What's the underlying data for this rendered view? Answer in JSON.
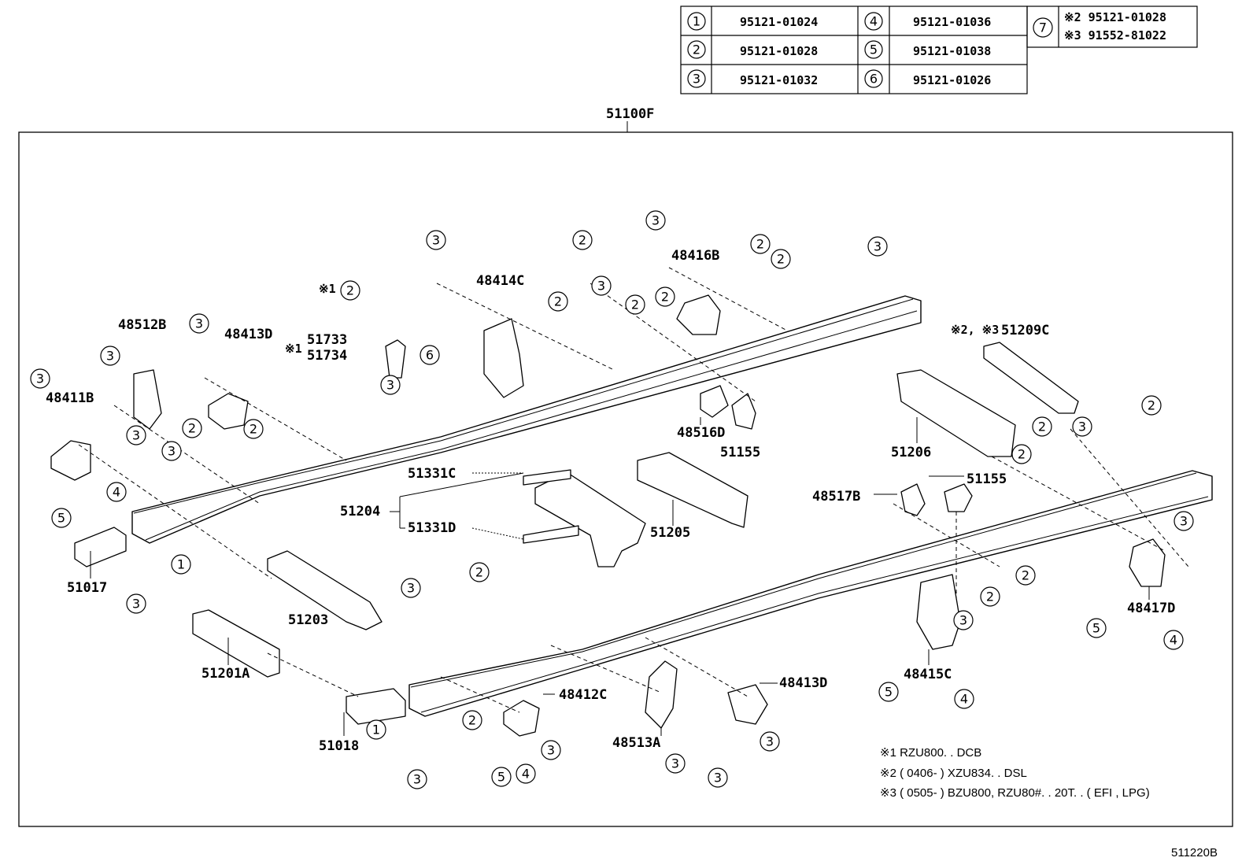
{
  "legend": {
    "rows": [
      {
        "a_key": "1",
        "a_part": "95121-01024",
        "b_key": "4",
        "b_part": "95121-01036"
      },
      {
        "a_key": "2",
        "a_part": "95121-01028",
        "b_key": "5",
        "b_part": "95121-01038"
      },
      {
        "a_key": "3",
        "a_part": "95121-01032",
        "b_key": "6",
        "b_part": "95121-01026"
      }
    ],
    "extra": {
      "key": "7",
      "line1": "※2 95121-01028",
      "line2": "※3 91552-81022"
    }
  },
  "assembly_label": "51100F",
  "parts": {
    "p48512B": "48512B",
    "p48413D_a": "48413D",
    "p51733": "51733",
    "p51734": "51734",
    "p48414C": "48414C",
    "p48416B": "48416B",
    "p48411B": "48411B",
    "p51017": "51017",
    "p51204": "51204",
    "p51331C": "51331C",
    "p51331D": "51331D",
    "p51205": "51205",
    "p48516D": "48516D",
    "p51155_a": "51155",
    "p51209C": "51209C",
    "p51206": "51206",
    "p48517B": "48517B",
    "p51155_b": "51155",
    "p51203": "51203",
    "p51201A": "51201A",
    "p51018": "51018",
    "p48412C": "48412C",
    "p48513A": "48513A",
    "p48413D_b": "48413D",
    "p48415C": "48415C",
    "p48417D": "48417D"
  },
  "marks": {
    "m1": "※1",
    "m1b": "※1",
    "m23": "※2, ※3"
  },
  "notes": {
    "n1": "※1  RZU800. . DCB",
    "n2": "※2  ( 0406-         ) XZU834. . DSL",
    "n3": "※3  ( 0505-         ) BZU800, RZU80#. . 20T. . ( EFI , LPG)"
  },
  "diagram_code": "511220B",
  "callouts": [
    "3",
    "2",
    "3",
    "2",
    "3",
    "2",
    "2",
    "3",
    "2",
    "6",
    "3",
    "3",
    "3",
    "2",
    "2",
    "3",
    "3",
    "2",
    "3",
    "4",
    "5",
    "1",
    "3",
    "2",
    "3",
    "3",
    "2",
    "1",
    "3",
    "2",
    "5",
    "4",
    "3",
    "3",
    "3",
    "3",
    "5",
    "4",
    "2",
    "2",
    "3",
    "2",
    "2",
    "3",
    "5",
    "4",
    "2"
  ]
}
